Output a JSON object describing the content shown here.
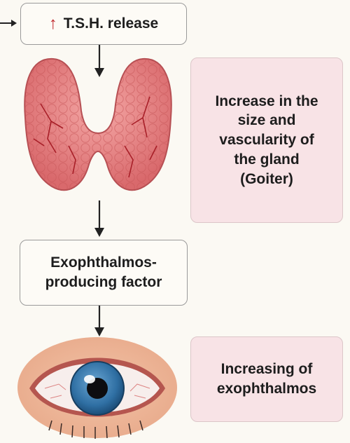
{
  "tsh_box": {
    "arrow_symbol": "↑",
    "label": "T.S.H. release"
  },
  "goiter_box": {
    "lines": [
      "Increase in the",
      "size and",
      "vascularity of",
      "the gland",
      "(Goiter)"
    ]
  },
  "factor_box": {
    "lines": [
      "Exophthalmos-",
      "producing factor"
    ]
  },
  "exoph_box": {
    "lines": [
      "Increasing of",
      "exophthalmos"
    ]
  },
  "colors": {
    "up_arrow": "#c0282d",
    "pink_box": "#f8e3e6",
    "thyroid": "#e8888a",
    "iris": "#2f6fa3"
  },
  "icons": [
    "thyroid-gland-illustration",
    "eye-illustration",
    "down-arrow",
    "right-arrow"
  ]
}
